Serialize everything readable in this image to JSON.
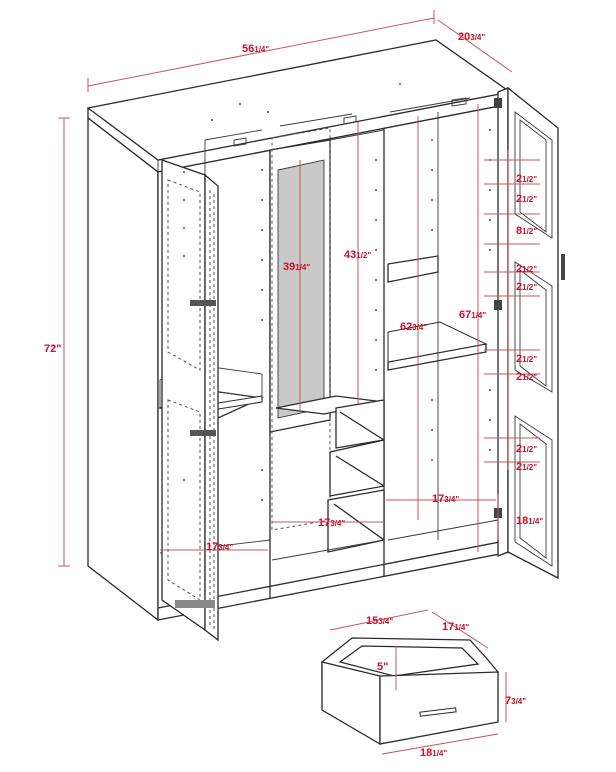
{
  "colors": {
    "dimension": "#c8102e",
    "outline": "#2b2b2b",
    "mirror": "#c9c9c9"
  },
  "dimensions": {
    "width": {
      "main": "56",
      "frac": "1/4\""
    },
    "depth": {
      "main": "20",
      "frac": "3/4\""
    },
    "height": {
      "main": "72\"",
      "frac": ""
    },
    "mirror_height": {
      "main": "39",
      "frac": "1/4\""
    },
    "middle_height": {
      "main": "43",
      "frac": "1/2\""
    },
    "right_upper": {
      "main": "62",
      "frac": "3/4\""
    },
    "right_door": {
      "main": "67",
      "frac": "1/4\""
    },
    "left_bottom_width": {
      "main": "17",
      "frac": "3/4\""
    },
    "middle_bottom_width": {
      "main": "17",
      "frac": "3/4\""
    },
    "right_bottom_width": {
      "main": "17",
      "frac": "3/4\""
    },
    "door_depth": {
      "main": "18",
      "frac": "1/4\""
    },
    "shelf_steps": [
      {
        "main": "2",
        "frac": "1/2\""
      },
      {
        "main": "2",
        "frac": "1/2\""
      },
      {
        "main": "8",
        "frac": "1/2\""
      },
      {
        "main": "2",
        "frac": "1/2\""
      },
      {
        "main": "2",
        "frac": "1/2\""
      },
      {
        "main": "2",
        "frac": "1/2\""
      },
      {
        "main": "2",
        "frac": "1/2\""
      },
      {
        "main": "2",
        "frac": "1/2\""
      },
      {
        "main": "2",
        "frac": "1/2\""
      }
    ],
    "drawer_width": {
      "main": "15",
      "frac": "3/4\""
    },
    "drawer_depth": {
      "main": "17",
      "frac": "1/4\""
    },
    "drawer_inner_height": {
      "main": "5\"",
      "frac": ""
    },
    "drawer_height": {
      "main": "7",
      "frac": "3/4\""
    },
    "drawer_front_width": {
      "main": "18",
      "frac": "1/4\""
    }
  }
}
